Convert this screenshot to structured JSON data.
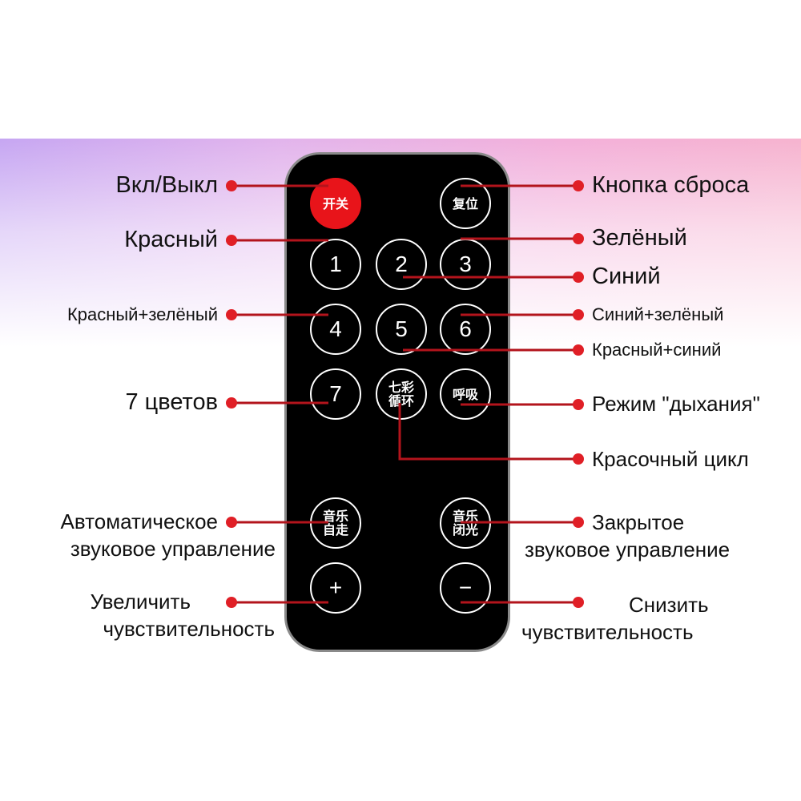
{
  "colors": {
    "line": "#b3141c",
    "dot": "#e01f26",
    "power": "#e8141a",
    "remote": "#000000"
  },
  "buttons": {
    "power": "开关",
    "reset": "复位",
    "b1": "1",
    "b2": "2",
    "b3": "3",
    "b4": "4",
    "b5": "5",
    "b6": "6",
    "b7": "7",
    "color_cycle": "七彩\n循环",
    "breath": "呼吸",
    "music_auto": "音乐\n自走",
    "music_off": "音乐\n闭光",
    "plus": "+",
    "minus": "−"
  },
  "labels": {
    "power": "Вкл/Выкл",
    "reset": "Кнопка сброса",
    "red": "Красный",
    "green": "Зелёный",
    "blue": "Синий",
    "red_green": "Красный+зелёный",
    "blue_green": "Синий+зелёный",
    "red_blue": "Красный+синий",
    "seven_colors": "7 цветов",
    "breath": "Режим \"дыхания\"",
    "color_cycle": "Красочный цикл",
    "auto_sound_1": "Автоматическое",
    "auto_sound_2": "звуковое управление",
    "closed_sound_1": "Закрытое",
    "closed_sound_2": "звуковое управление",
    "increase_1": "Увеличить",
    "increase_2": "чувствительность",
    "decrease_1": "Снизить",
    "decrease_2": "чувствительность"
  }
}
